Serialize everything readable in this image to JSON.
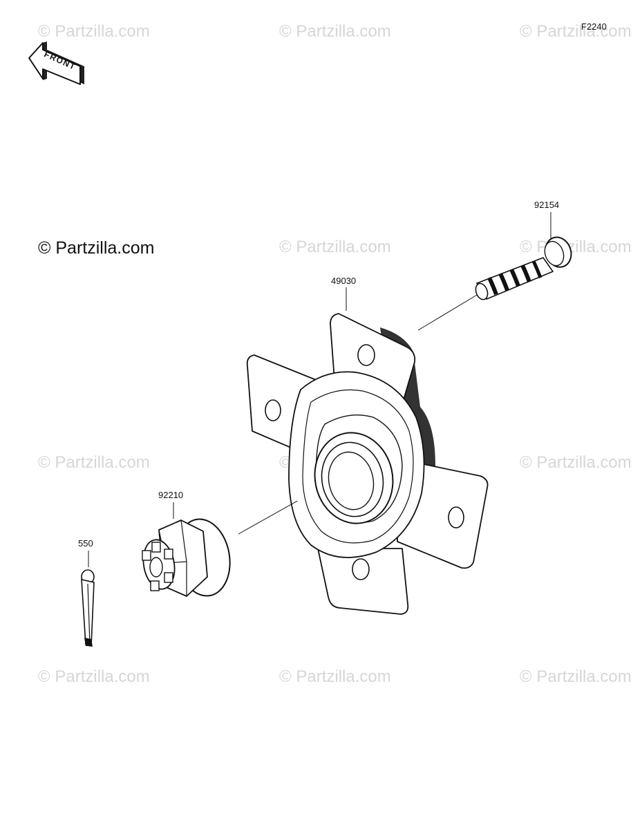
{
  "diagram": {
    "code": "F2240",
    "front_arrow_text": "FRONT",
    "watermark_main": "© Partzilla.com",
    "watermark_faint": "© Partzilla.com",
    "parts": [
      {
        "number": "92154"
      },
      {
        "number": "49030"
      },
      {
        "number": "92210"
      },
      {
        "number": "550"
      }
    ]
  }
}
